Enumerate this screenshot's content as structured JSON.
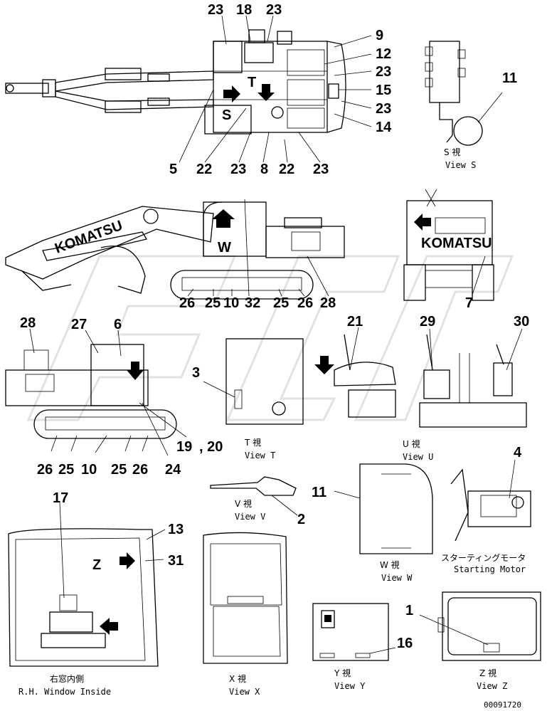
{
  "callouts": [
    {
      "text": "23"
    },
    {
      "text": "18"
    },
    {
      "text": "23"
    },
    {
      "text": "9"
    },
    {
      "text": "12"
    },
    {
      "text": "23"
    },
    {
      "text": "15"
    },
    {
      "text": "23"
    },
    {
      "text": "14"
    },
    {
      "text": "5"
    },
    {
      "text": "22"
    },
    {
      "text": "23"
    },
    {
      "text": "8"
    },
    {
      "text": "22"
    },
    {
      "text": "23"
    },
    {
      "text": "11"
    },
    {
      "text": "26"
    },
    {
      "text": "25"
    },
    {
      "text": "10"
    },
    {
      "text": "32"
    },
    {
      "text": "25"
    },
    {
      "text": "26"
    },
    {
      "text": "28"
    },
    {
      "text": "7"
    },
    {
      "text": "28"
    },
    {
      "text": "27"
    },
    {
      "text": "6"
    },
    {
      "text": "3"
    },
    {
      "text": "21"
    },
    {
      "text": "29"
    },
    {
      "text": "30"
    },
    {
      "text": "19"
    },
    {
      "text": ", 20"
    },
    {
      "text": "26"
    },
    {
      "text": "25"
    },
    {
      "text": "10"
    },
    {
      "text": "25"
    },
    {
      "text": "26"
    },
    {
      "text": "24"
    },
    {
      "text": "2"
    },
    {
      "text": "11"
    },
    {
      "text": "4"
    },
    {
      "text": "17"
    },
    {
      "text": "13"
    },
    {
      "text": "31"
    },
    {
      "text": "1"
    },
    {
      "text": "16"
    }
  ],
  "view_letters": [
    "S",
    "W",
    "Z"
  ],
  "view_labels": [
    {
      "jp": "S 視",
      "en": "View S"
    },
    {
      "jp": "T 視",
      "en": "View T"
    },
    {
      "jp": "U 視",
      "en": "View U"
    },
    {
      "jp": "V 視",
      "en": "View V"
    },
    {
      "jp": "W 視",
      "en": "View W"
    },
    {
      "jp": "スターティングモータ",
      "en": "Starting Motor"
    },
    {
      "jp": "右窓内側",
      "en": "R.H. Window Inside"
    },
    {
      "jp": "X 視",
      "en": "View X"
    },
    {
      "jp": "Y 視",
      "en": "View Y"
    },
    {
      "jp": "Z 視",
      "en": "View Z"
    }
  ],
  "machine_logo": "KOMATSU",
  "doc_number": "00091720"
}
